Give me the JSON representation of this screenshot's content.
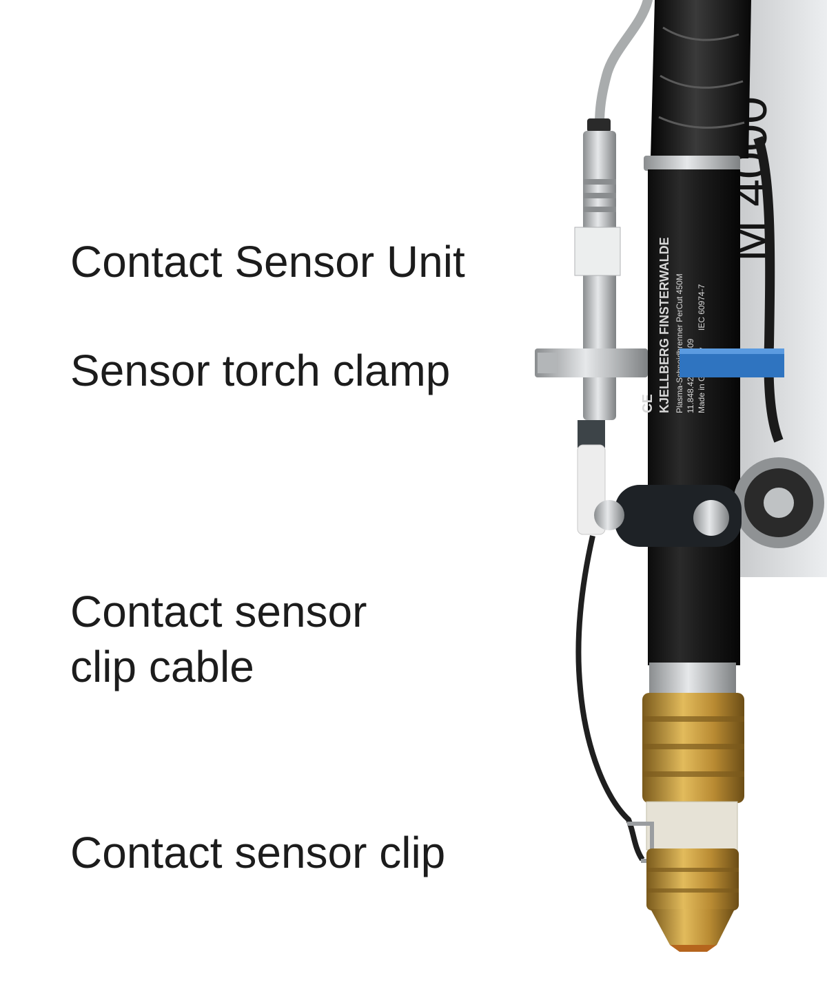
{
  "labels": {
    "sensor_unit": "Contact Sensor Unit",
    "torch_clamp": "Sensor torch clamp",
    "clip_cable": "Contact sensor\nclip cable",
    "sensor_clip": "Contact sensor clip"
  },
  "photo": {
    "mount_plate_text": "M 4000",
    "torch_brand_text": "KJELLBERG FINSTERWALDE",
    "torch_info_text": "Plasma-Schneidbrenner PerCut 450M",
    "torch_part_text": "11.848.421/1100609",
    "torch_origin_text": "Made in Germany",
    "torch_standard_text": "IEC 60974-7",
    "ce_mark_text": "CE"
  }
}
